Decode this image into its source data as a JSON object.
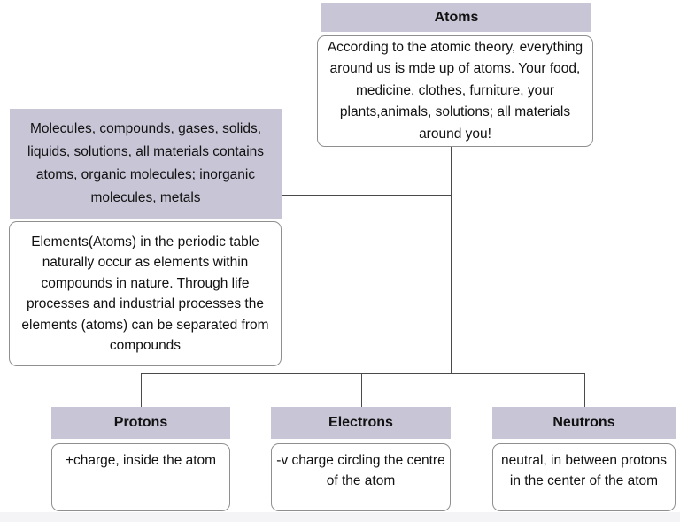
{
  "diagram": {
    "atoms": {
      "title": "Atoms",
      "description": "According to the atomic theory, everything around us is mde up of atoms. Your food, medicine, clothes, furniture, your plants,animals, solutions; all materials around you!"
    },
    "materials_note": "Molecules, compounds, gases, solids, liquids, solutions, all materials contains atoms, organic molecules; inorganic molecules, metals",
    "elements_note": "Elements(Atoms) in the periodic table naturally occur as elements within compounds in nature. Through life processes and industrial processes the elements (atoms) can be separated from compounds",
    "particles": [
      {
        "title": "Protons",
        "description": "+charge, inside the atom"
      },
      {
        "title": "Electrons",
        "description": "-v charge circling the centre of the atom"
      },
      {
        "title": "Neutrons",
        "description": "neutral, in between protons in the center of the atom"
      }
    ],
    "colors": {
      "header_fill": "#c8c5d6",
      "box_border": "#8f8f8f",
      "connector_line": "#4a4a4a",
      "background": "#ffffff",
      "footer_strip": "#f4f4f6"
    }
  }
}
